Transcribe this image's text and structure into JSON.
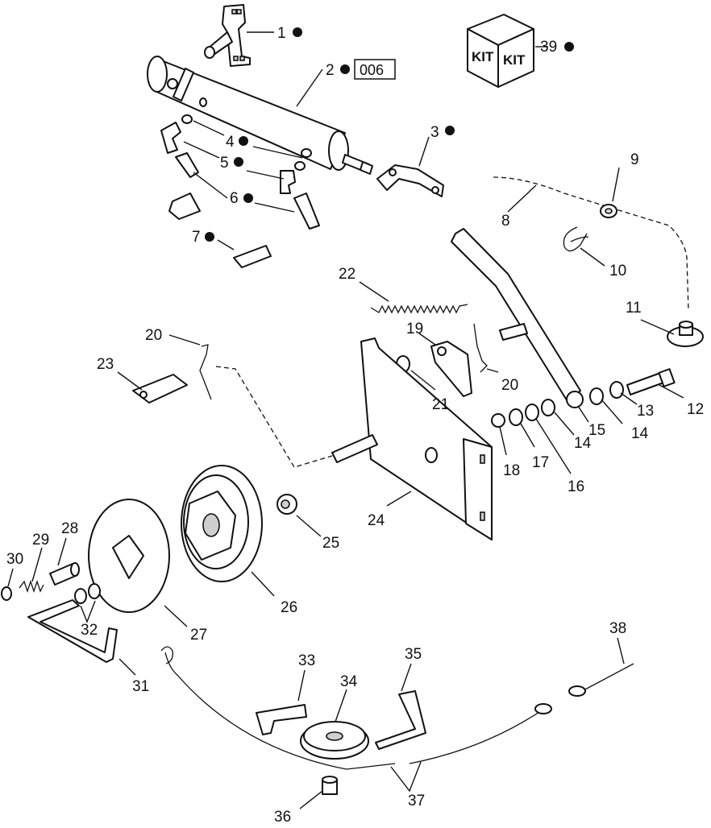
{
  "callouts": {
    "c1": "1",
    "c2": "2",
    "c3": "3",
    "c4": "4",
    "c5": "5",
    "c6": "6",
    "c7": "7",
    "c8": "8",
    "c9": "9",
    "c10": "10",
    "c11": "11",
    "c12": "12",
    "c13": "13",
    "c14a": "14",
    "c14b": "14",
    "c15": "15",
    "c16": "16",
    "c17": "17",
    "c18": "18",
    "c19": "19",
    "c20a": "20",
    "c20b": "20",
    "c21": "21",
    "c22": "22",
    "c23": "23",
    "c24": "24",
    "c25": "25",
    "c26": "26",
    "c27": "27",
    "c28": "28",
    "c29": "29",
    "c30": "30",
    "c31": "31",
    "c32": "32",
    "c33": "33",
    "c34": "34",
    "c35": "35",
    "c36": "36",
    "c37": "37",
    "c38": "38",
    "c39": "39"
  },
  "reference_box": "006",
  "kit_labels": {
    "left": "KIT",
    "right": "KIT"
  }
}
